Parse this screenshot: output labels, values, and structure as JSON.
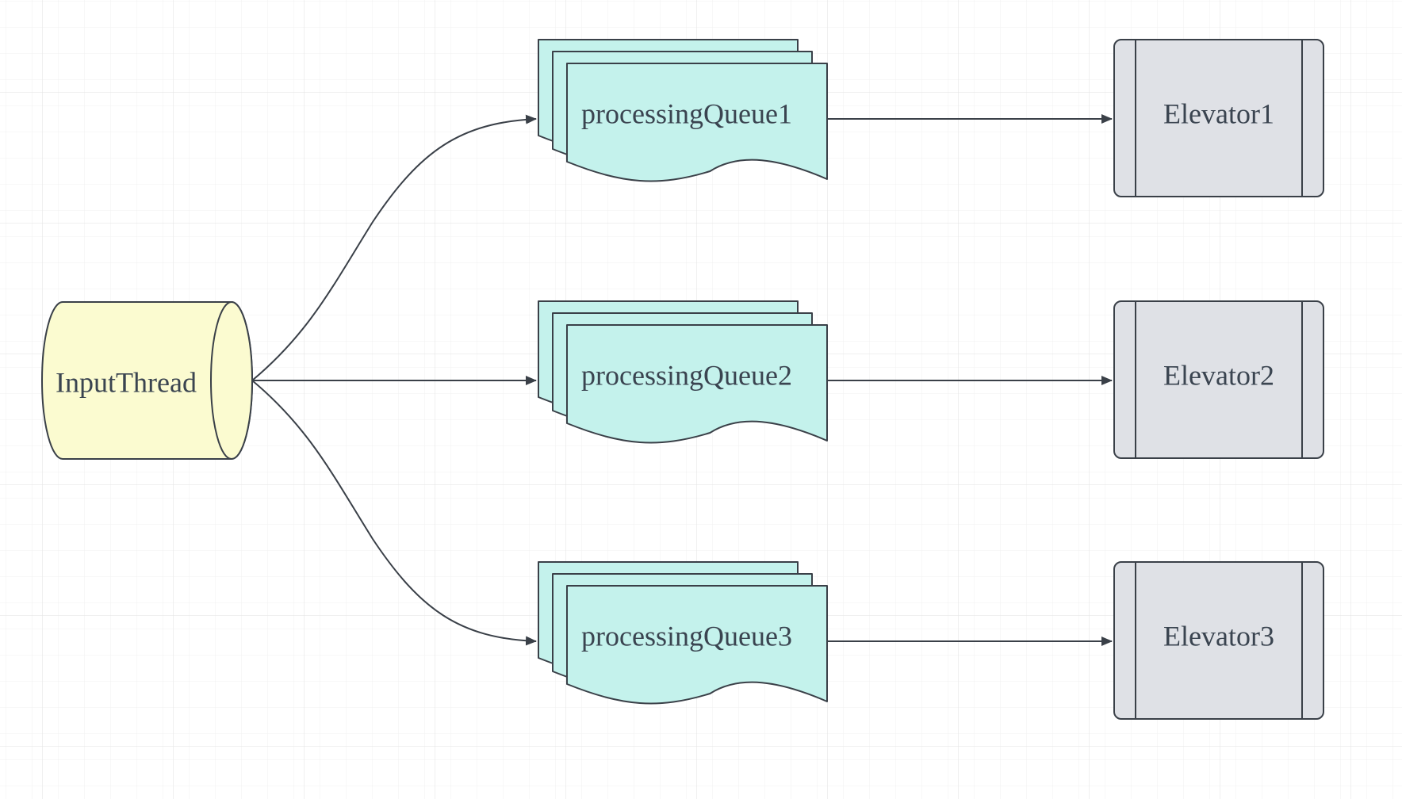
{
  "colors": {
    "cylinder_fill": "#fbfbd0",
    "queue_fill": "#c4f2ec",
    "elevator_fill": "#dfe1e6",
    "stroke": "#3a4048",
    "text": "#3a4450",
    "grid_minor": "#f1f1f1",
    "grid_major": "#e2e2e2"
  },
  "nodes": {
    "input_thread": {
      "label": "InputThread",
      "shape": "cylinder"
    },
    "queues": [
      {
        "id": "q1",
        "label": "processingQueue1",
        "shape": "multi-document"
      },
      {
        "id": "q2",
        "label": "processingQueue2",
        "shape": "multi-document"
      },
      {
        "id": "q3",
        "label": "processingQueue3",
        "shape": "multi-document"
      }
    ],
    "elevators": [
      {
        "id": "e1",
        "label": "Elevator1",
        "shape": "predefined-process"
      },
      {
        "id": "e2",
        "label": "Elevator2",
        "shape": "predefined-process"
      },
      {
        "id": "e3",
        "label": "Elevator3",
        "shape": "predefined-process"
      }
    ]
  },
  "edges": [
    {
      "from": "input_thread",
      "to": "q1"
    },
    {
      "from": "input_thread",
      "to": "q2"
    },
    {
      "from": "input_thread",
      "to": "q3"
    },
    {
      "from": "q1",
      "to": "e1"
    },
    {
      "from": "q2",
      "to": "e2"
    },
    {
      "from": "q3",
      "to": "e3"
    }
  ]
}
